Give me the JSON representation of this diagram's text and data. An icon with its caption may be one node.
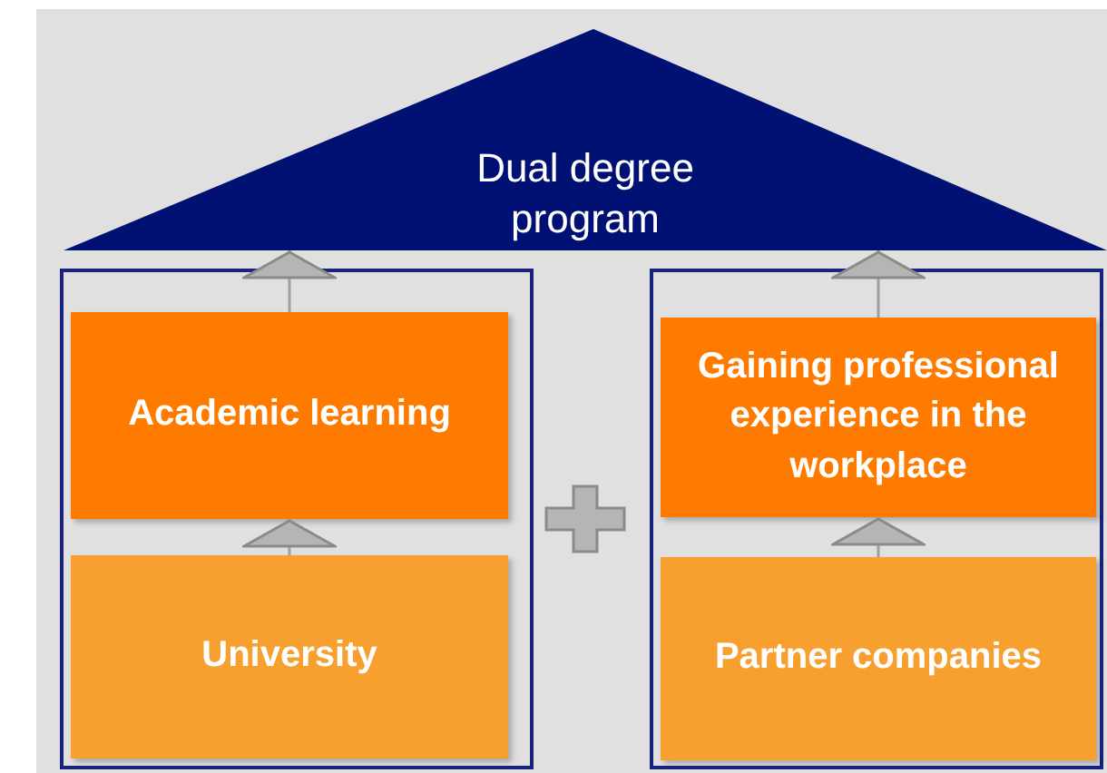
{
  "diagram": {
    "nodes": [
      {
        "text": [
          "Dual degree program"
        ]
      },
      {
        "text": [],
        "shape": "box"
      },
      {
        "text": [
          "Academic learning"
        ],
        "in": 1
      },
      {
        "text": [
          "University"
        ],
        "in": 1
      },
      {
        "text": [],
        "shape": "box"
      },
      {
        "text": [
          "Gaining professional experience in the workplace"
        ],
        "in": 4
      },
      {
        "text": [
          "Partner companies"
        ],
        "in": 4
      }
    ],
    "edges": [
      {
        "from": 3,
        "to": 2,
        "arrow": "to"
      },
      {
        "from": 2,
        "to": 0,
        "arrow": "to"
      },
      {
        "from": 6,
        "to": 5,
        "arrow": "to"
      },
      {
        "from": 5,
        "to": 0,
        "arrow": "to"
      }
    ]
  }
}
